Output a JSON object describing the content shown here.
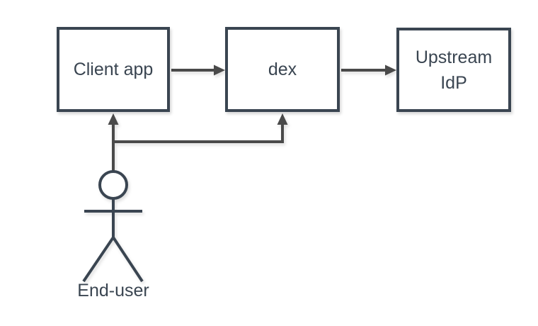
{
  "diagram": {
    "type": "flow-diagram",
    "background": "#ffffff",
    "colors": {
      "node_border": "#3a4551",
      "node_fill": "#ffffff",
      "node_text": "#3a4551",
      "connector": "#4a4a4a",
      "actor": "#3a4551"
    },
    "nodes": [
      {
        "id": "client-app",
        "label": "Client app"
      },
      {
        "id": "dex",
        "label": "dex"
      },
      {
        "id": "upstream-idp",
        "label": "Upstream\nIdP"
      }
    ],
    "actor": {
      "id": "end-user",
      "label": "End-user"
    },
    "edges": [
      {
        "from": "client-app",
        "to": "dex",
        "style": "arrow"
      },
      {
        "from": "dex",
        "to": "upstream-idp",
        "style": "arrow"
      },
      {
        "from": "end-user",
        "to": "client-app",
        "style": "arrow"
      },
      {
        "from": "end-user",
        "to": "dex",
        "style": "arrow"
      }
    ]
  }
}
